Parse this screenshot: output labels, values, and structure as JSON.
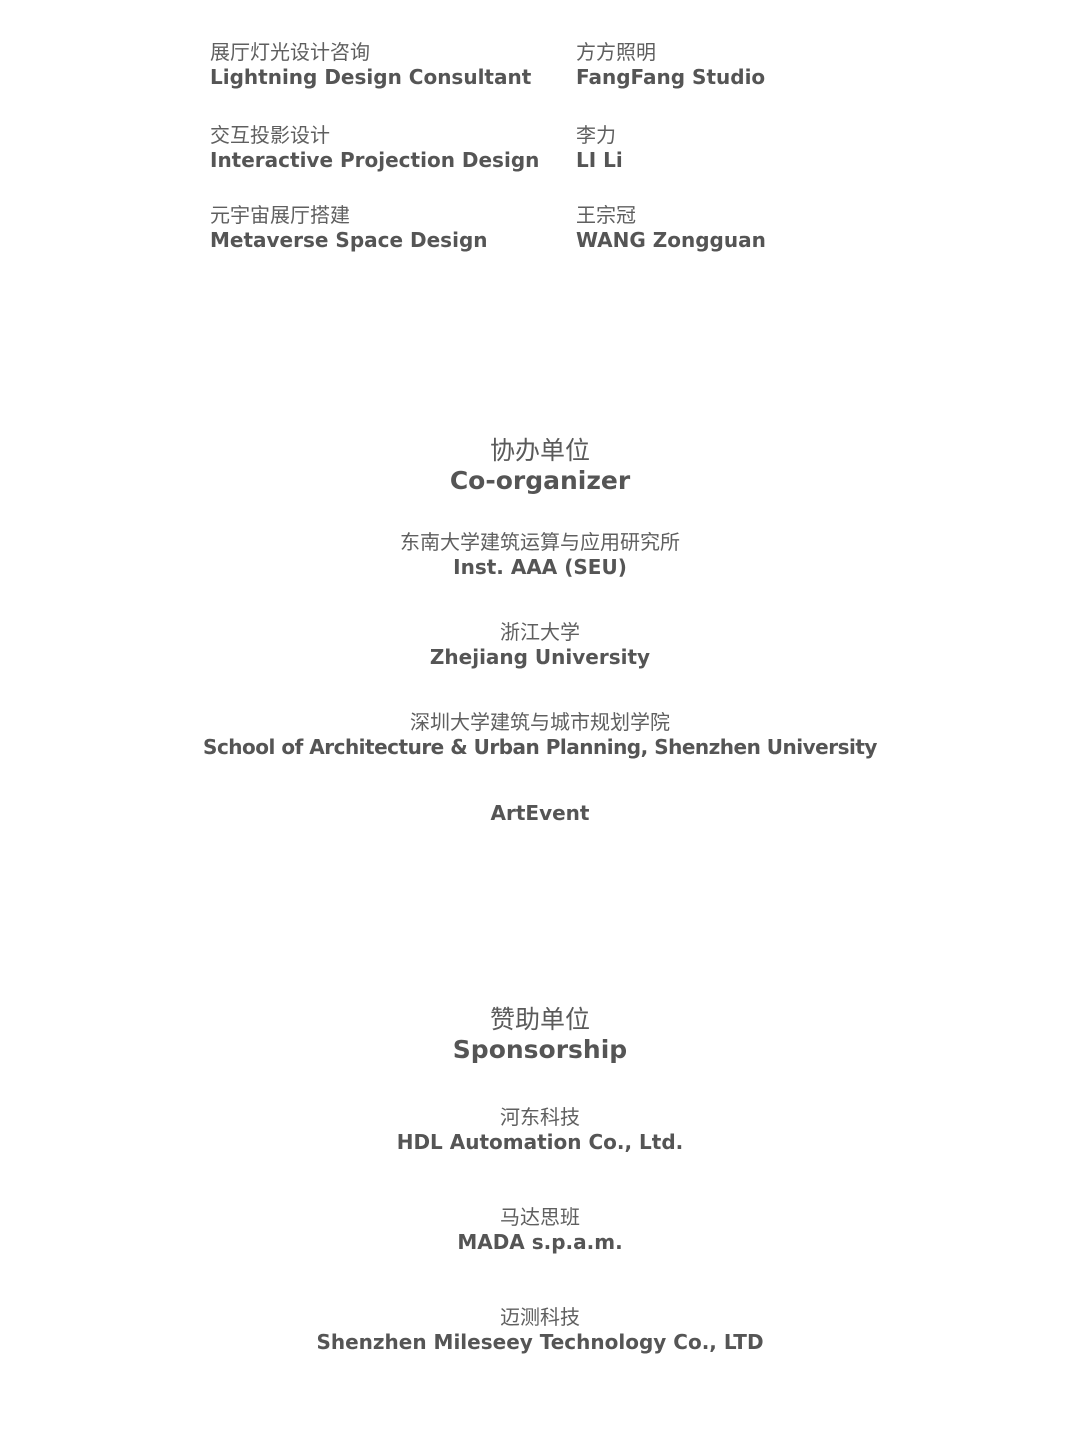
{
  "credits": [
    {
      "role_cn": "展厅灯光设计咨询",
      "role_en": "Lightning Design Consultant",
      "name_cn": "方方照明",
      "name_en": "FangFang Studio"
    },
    {
      "role_cn": "交互投影设计",
      "role_en": "Interactive Projection Design",
      "name_cn": "李力",
      "name_en": "LI Li"
    },
    {
      "role_cn": "元宇宙展厅搭建",
      "role_en": "Metaverse Space Design",
      "name_cn": "王宗冠",
      "name_en": "WANG Zongguan"
    }
  ],
  "co_organizer": {
    "title_cn": "协办单位",
    "title_en": "Co-organizer",
    "entries": [
      {
        "cn": "东南大学建筑运算与应用研究所",
        "en": "Inst. AAA (SEU)"
      },
      {
        "cn": "浙江大学",
        "en": "Zhejiang University"
      },
      {
        "cn": "深圳大学建筑与城市规划学院",
        "en": "School of Architecture & Urban Planning, Shenzhen University"
      },
      {
        "cn": "",
        "en": "ArtEvent"
      }
    ]
  },
  "sponsorship": {
    "title_cn": "赞助单位",
    "title_en": "Sponsorship",
    "entries": [
      {
        "cn": "河东科技",
        "en": "HDL Automation Co., Ltd."
      },
      {
        "cn": "马达思班",
        "en": "MADA s.p.a.m."
      },
      {
        "cn": "迈测科技",
        "en": "Shenzhen Mileseey Technology Co., LTD"
      }
    ]
  }
}
